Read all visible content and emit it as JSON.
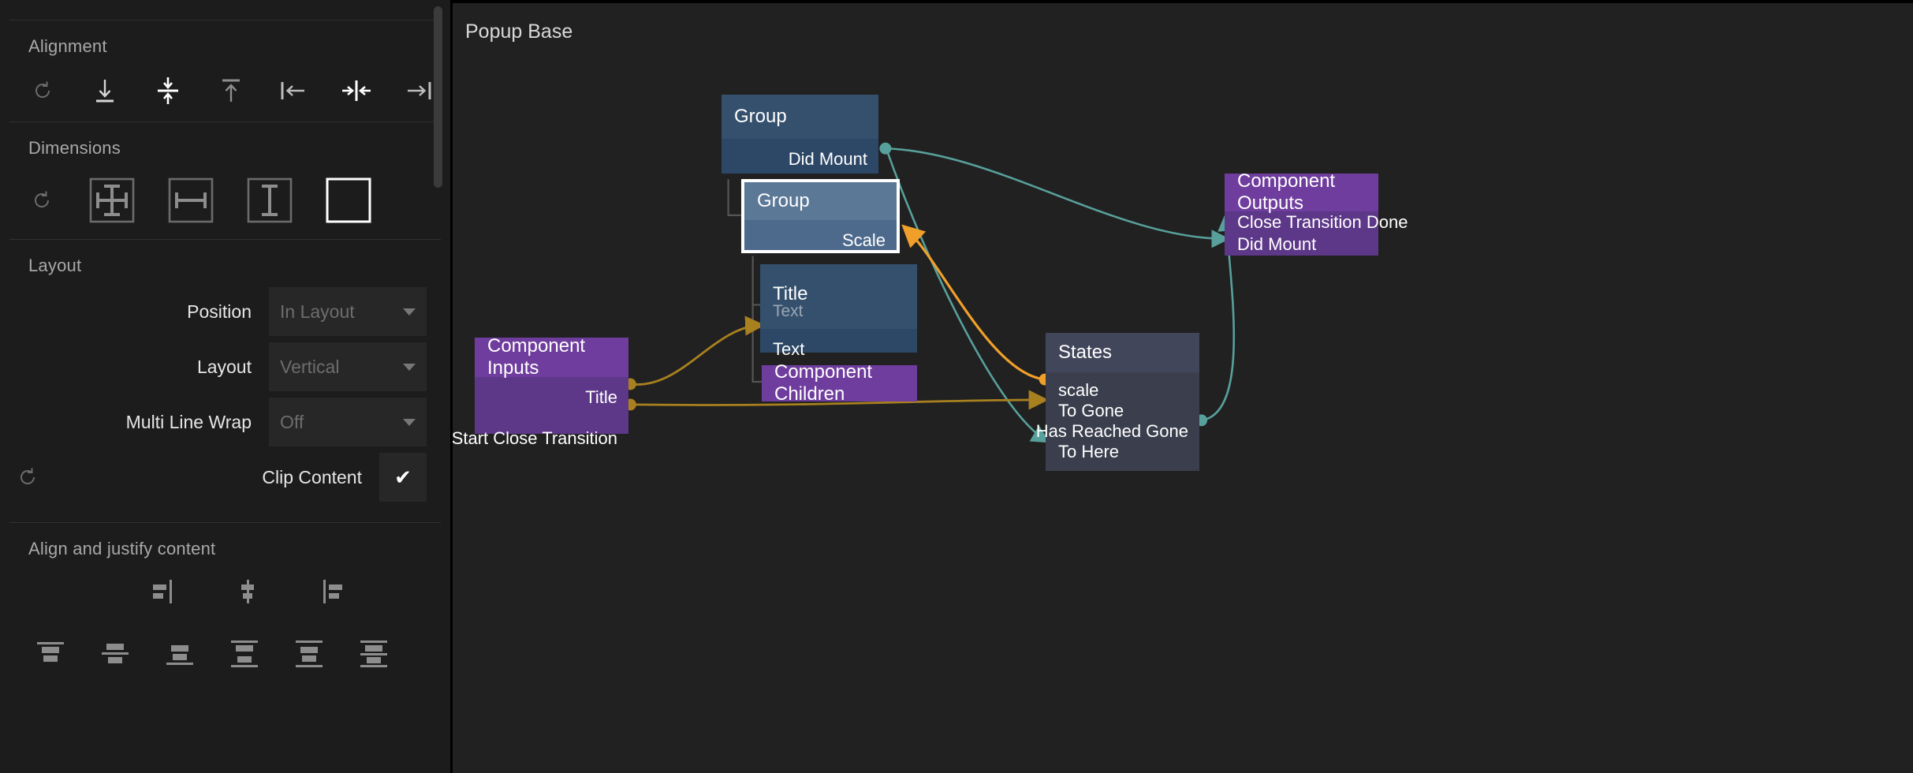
{
  "sidebar": {
    "sections": [
      {
        "title": "Alignment"
      },
      {
        "title": "Dimensions"
      },
      {
        "title": "Layout"
      },
      {
        "title": "Align and justify content"
      }
    ],
    "alignment": {
      "title": "Alignment",
      "icons": [
        "reset-icon",
        "align-bottom-icon",
        "align-vertical-center-icon",
        "align-top-icon",
        "align-left-icon",
        "align-horizontal-center-icon",
        "align-right-icon"
      ]
    },
    "dimensions": {
      "title": "Dimensions",
      "icons": [
        "reset-icon",
        "size-both-icon",
        "size-width-icon",
        "size-height-icon",
        "size-fixed-icon"
      ],
      "selected_index": 4
    },
    "layout": {
      "title": "Layout",
      "rows": [
        {
          "label": "Position",
          "value": "In Layout",
          "control": "select",
          "has_reset": false
        },
        {
          "label": "Layout",
          "value": "Vertical",
          "control": "select",
          "has_reset": false
        },
        {
          "label": "Multi Line Wrap",
          "value": "Off",
          "control": "select",
          "has_reset": false
        },
        {
          "label": "Clip Content",
          "value": "✔",
          "control": "checkbox",
          "has_reset": true
        }
      ]
    },
    "align_justify": {
      "title": "Align and justify content",
      "row1_icons": [
        "justify-start-icon",
        "justify-center-icon",
        "justify-end-icon"
      ],
      "row2_icons": [
        "align-content-start-icon",
        "align-content-center-icon",
        "align-content-end-icon",
        "align-content-space-between-icon",
        "align-content-space-around-icon",
        "align-content-space-evenly-icon"
      ]
    },
    "scrollbar": "vertical-scrollbar"
  },
  "canvas": {
    "title": "Popup Base",
    "colors": {
      "background": "#212121",
      "node_blue_header": "#35506d",
      "node_blue_body": "#2d4866",
      "node_blue_selected_header": "#5b7897",
      "node_blue_selected_body": "#4d6a8c",
      "node_purple_header": "#6f3d9e",
      "node_purple_body": "#5d3788",
      "node_gray_header": "#42465a",
      "node_gray_body": "#3b3f4d",
      "wire_teal": "#58a09b",
      "wire_orange": "#f0a02a",
      "wire_amber": "#a8801f",
      "selection_outline": "#ffffff"
    },
    "nodes": [
      {
        "id": "group-outer",
        "title": "Group",
        "type": "group",
        "outputs": [
          "Did Mount"
        ],
        "inputs": []
      },
      {
        "id": "group-inner",
        "title": "Group",
        "type": "group",
        "selected": true,
        "inputs": [
          "Scale"
        ],
        "outputs": []
      },
      {
        "id": "title-text",
        "title": "Title",
        "subtitle": "Text",
        "type": "text",
        "inputs": [
          "Text"
        ],
        "outputs": []
      },
      {
        "id": "component-children",
        "title": "Component Children",
        "type": "component-children",
        "inputs": [],
        "outputs": []
      },
      {
        "id": "component-inputs",
        "title": "Component Inputs",
        "type": "component-inputs",
        "inputs": [],
        "outputs": [
          "Title",
          "Start Close Transition"
        ]
      },
      {
        "id": "states",
        "title": "States",
        "type": "states",
        "inputs": [
          "scale",
          "To Gone",
          "To Here"
        ],
        "outputs": [
          "Has Reached Gone"
        ]
      },
      {
        "id": "component-outputs",
        "title": "Component Outputs",
        "type": "component-outputs",
        "inputs": [
          "Close Transition Done",
          "Did Mount"
        ],
        "outputs": []
      }
    ],
    "connections": [
      {
        "from": "group-outer.Did Mount",
        "to": "component-outputs.Did Mount",
        "color": "teal"
      },
      {
        "from": "group-outer.Did Mount",
        "to": "states.To Here",
        "color": "teal"
      },
      {
        "from": "states.Has Reached Gone",
        "to": "component-outputs.Close Transition Done",
        "color": "teal"
      },
      {
        "from": "states.scale",
        "to": "group-inner.Scale",
        "color": "orange"
      },
      {
        "from": "component-inputs.Title",
        "to": "title-text.Text",
        "color": "amber"
      },
      {
        "from": "component-inputs.Start Close Transition",
        "to": "states.To Gone",
        "color": "amber"
      }
    ]
  }
}
